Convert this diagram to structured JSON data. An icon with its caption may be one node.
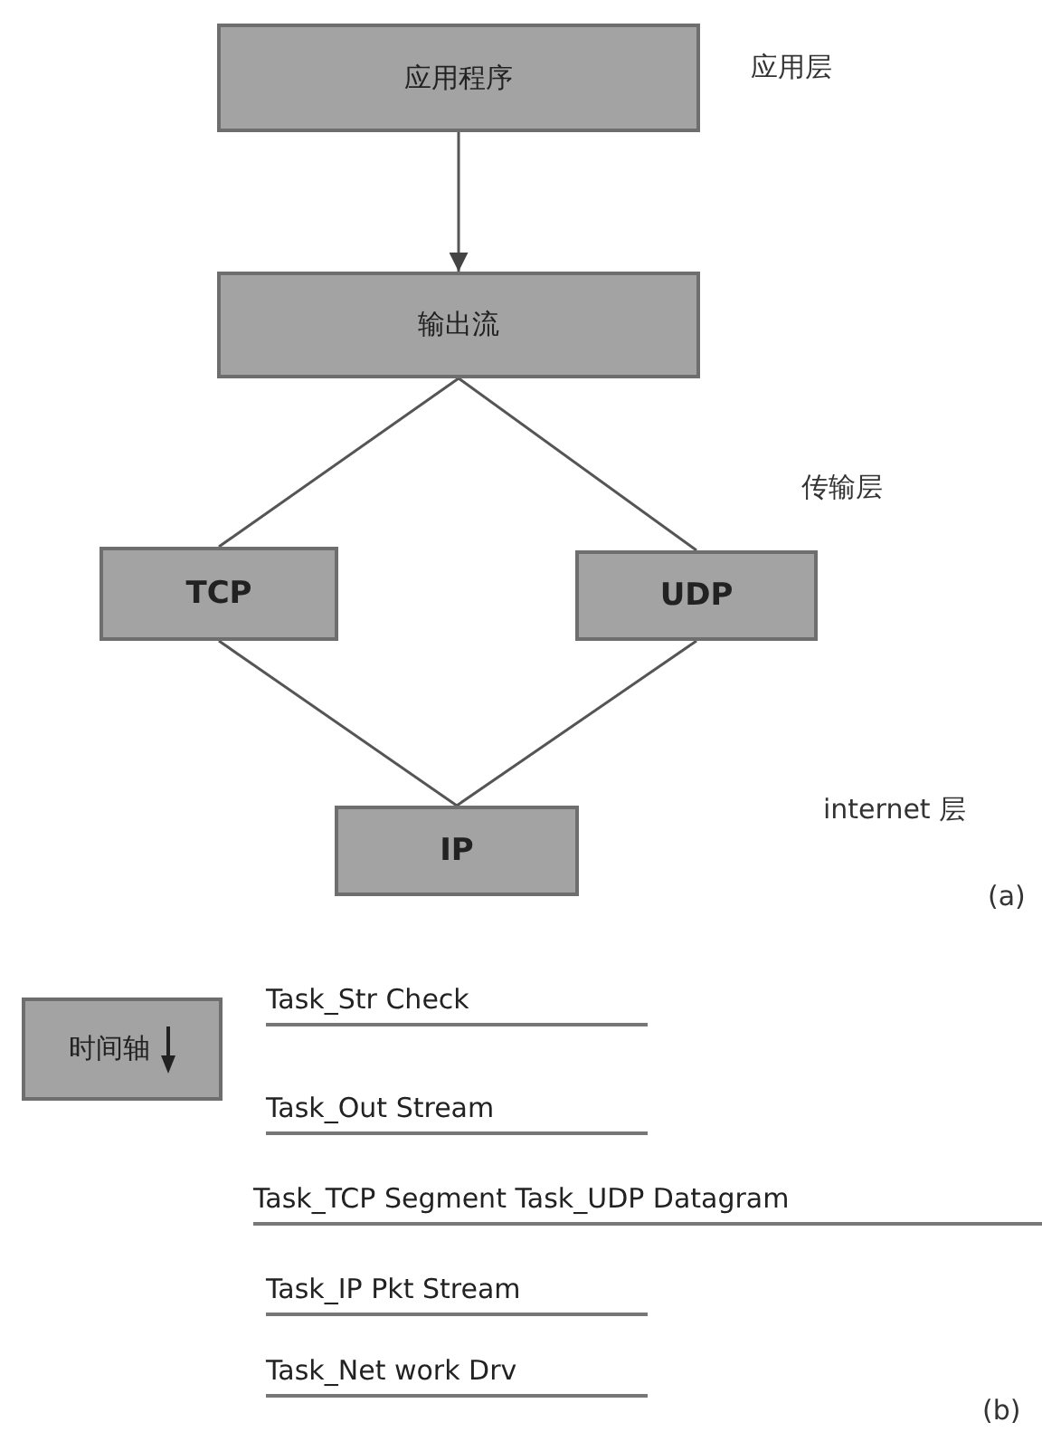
{
  "diagram": {
    "nodes": [
      {
        "text": [
          "应用程序"
        ]
      },
      {
        "text": [
          "输出流"
        ]
      },
      {
        "text": [
          "TCP"
        ]
      },
      {
        "text": [
          "UDP"
        ]
      },
      {
        "text": [
          "IP"
        ]
      },
      {
        "text": [
          "时间轴"
        ]
      }
    ],
    "edges": [
      {
        "from": 0,
        "to": 1,
        "arrow": "to"
      },
      {
        "from": 1,
        "to": 2,
        "arrow": "none"
      },
      {
        "from": 1,
        "to": 3,
        "arrow": "none"
      },
      {
        "from": 2,
        "to": 4,
        "arrow": "none"
      },
      {
        "from": 3,
        "to": 4,
        "arrow": "none"
      }
    ],
    "labels": [
      "应用层",
      "传输层",
      "internet 层",
      "(a)",
      "Task_Str Check",
      "Task_Out Stream",
      "Task_TCP Segment Task_UDP Datagram",
      "Task_IP Pkt Stream",
      "Task_Net work Drv",
      "(b)"
    ]
  }
}
